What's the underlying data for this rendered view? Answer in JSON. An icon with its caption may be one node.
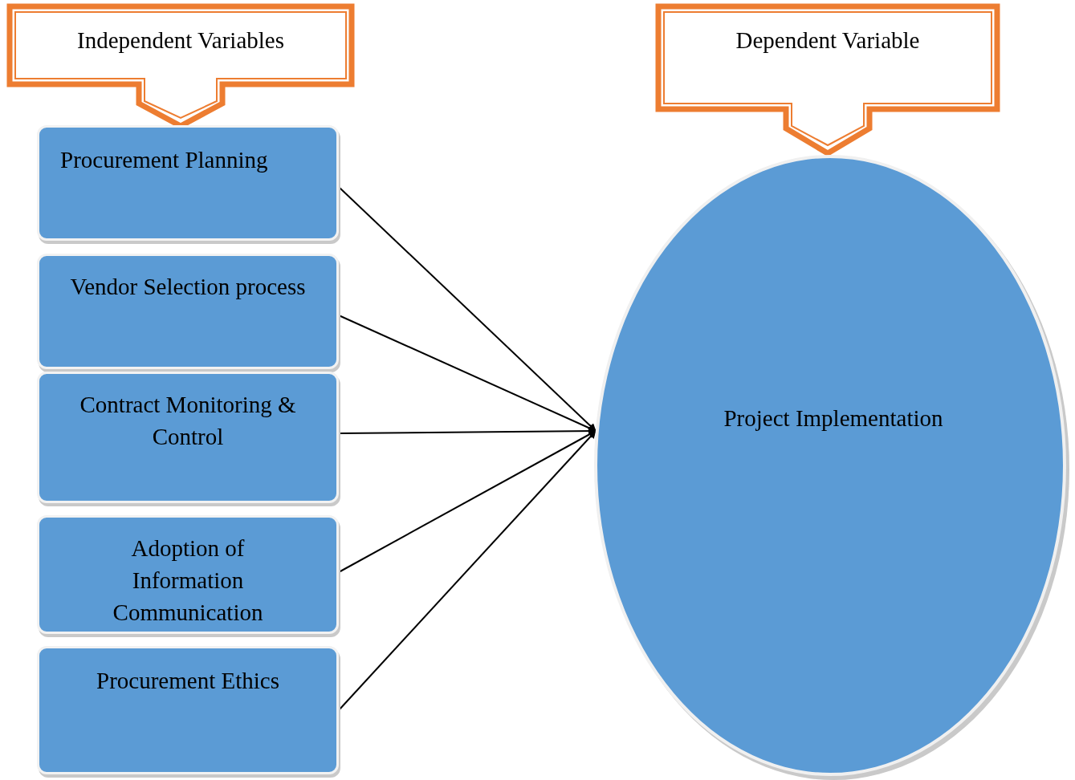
{
  "diagram": {
    "nodes": [
      {
        "text": [
          "Independent Variables"
        ]
      },
      {
        "text": [
          "Dependent Variable"
        ]
      },
      {
        "text": [
          "Procurement Planning"
        ]
      },
      {
        "text": [
          "Vendor Selection process"
        ]
      },
      {
        "text": [
          "Contract Monitoring & Control"
        ]
      },
      {
        "text": [
          "Adoption of Information Communication"
        ]
      },
      {
        "text": [
          "Procurement Ethics"
        ]
      },
      {
        "text": [
          "Project Implementation"
        ]
      }
    ],
    "edges": [
      {
        "from": 2,
        "to": 7,
        "arrow": "to"
      },
      {
        "from": 3,
        "to": 7,
        "arrow": "to"
      },
      {
        "from": 4,
        "to": 7,
        "arrow": "to"
      },
      {
        "from": 5,
        "to": 7,
        "arrow": "to"
      },
      {
        "from": 6,
        "to": 7,
        "arrow": "to"
      }
    ]
  }
}
